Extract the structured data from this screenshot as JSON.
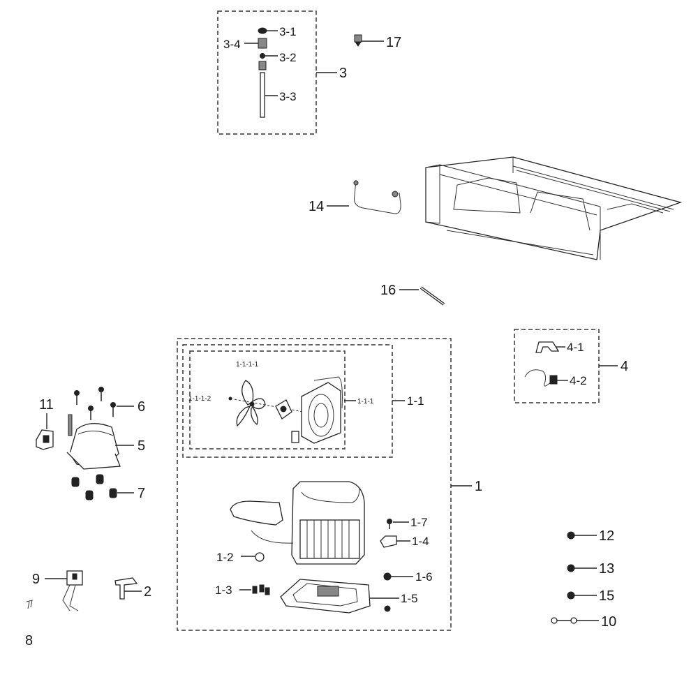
{
  "callouts": {
    "c1": "1",
    "c1_1": "1-1",
    "c1_1_1": "1-1-1",
    "c1_1_1_1": "1-1-1-1",
    "c1_1_1_2": "1-1-1-2",
    "c1_2": "1-2",
    "c1_3": "1-3",
    "c1_4": "1-4",
    "c1_5": "1-5",
    "c1_6": "1-6",
    "c1_7": "1-7",
    "c2": "2",
    "c3": "3",
    "c3_1": "3-1",
    "c3_2": "3-2",
    "c3_3": "3-3",
    "c3_4": "3-4",
    "c4": "4",
    "c4_1": "4-1",
    "c4_2": "4-2",
    "c5": "5",
    "c6": "6",
    "c7": "7",
    "c8": "8",
    "c9": "9",
    "c10": "10",
    "c11": "11",
    "c12": "12",
    "c13": "13",
    "c14": "14",
    "c15": "15",
    "c16": "16",
    "c17": "17"
  }
}
